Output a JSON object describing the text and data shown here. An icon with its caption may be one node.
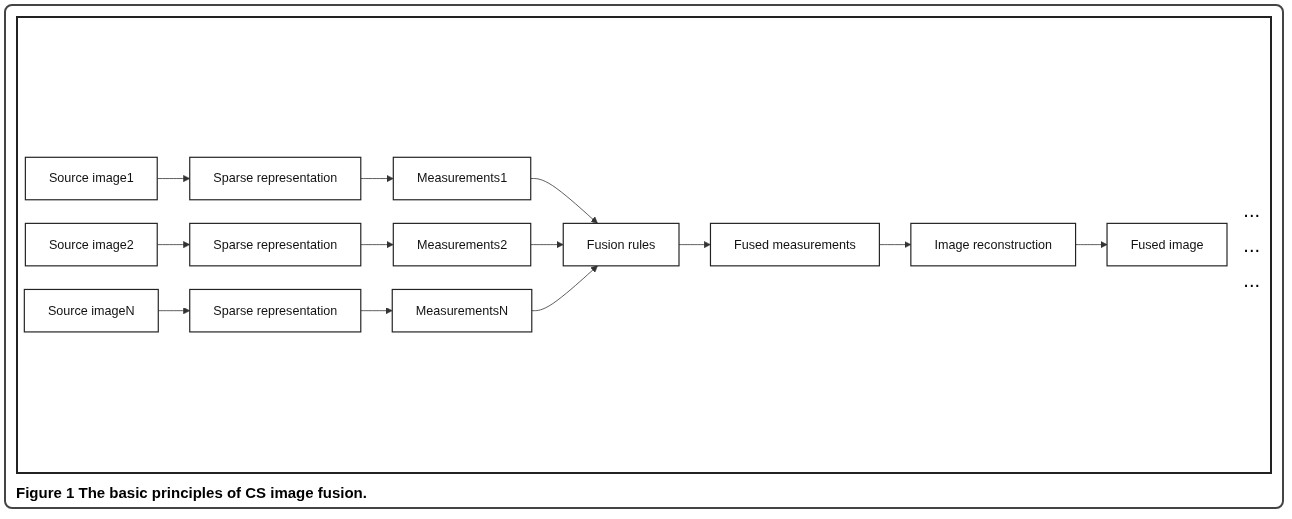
{
  "diagram": {
    "caption": "Figure 1 The basic principles of CS image fusion.",
    "nodes": [
      {
        "text": [
          "Source image1"
        ]
      },
      {
        "text": [
          "Sparse representation"
        ]
      },
      {
        "text": [
          "Measurements1"
        ]
      },
      {
        "text": [
          "Source image2"
        ]
      },
      {
        "text": [
          "Sparse representation"
        ]
      },
      {
        "text": [
          "Measurements2"
        ]
      },
      {
        "text": [
          "Source imageN"
        ]
      },
      {
        "text": [
          "Sparse representation"
        ]
      },
      {
        "text": [
          "MeasurementsN"
        ]
      },
      {
        "text": [
          "Fusion rules"
        ]
      },
      {
        "text": [
          "Fused measurements"
        ]
      },
      {
        "text": [
          "Image reconstruction"
        ]
      },
      {
        "text": [
          "Fused image"
        ]
      }
    ],
    "edges": [
      {
        "from": 0,
        "to": 1,
        "arrow": "to"
      },
      {
        "from": 1,
        "to": 2,
        "arrow": "to"
      },
      {
        "from": 2,
        "to": 9,
        "arrow": "to"
      },
      {
        "from": 3,
        "to": 4,
        "arrow": "to"
      },
      {
        "from": 4,
        "to": 5,
        "arrow": "to"
      },
      {
        "from": 5,
        "to": 9,
        "arrow": "to"
      },
      {
        "from": 6,
        "to": 7,
        "arrow": "to"
      },
      {
        "from": 7,
        "to": 8,
        "arrow": "to"
      },
      {
        "from": 8,
        "to": 9,
        "arrow": "to"
      },
      {
        "from": 9,
        "to": 10,
        "arrow": "to"
      },
      {
        "from": 10,
        "to": 11,
        "arrow": "to"
      },
      {
        "from": 11,
        "to": 12,
        "arrow": "to"
      }
    ],
    "labels": [
      "...",
      "...",
      "..."
    ]
  }
}
